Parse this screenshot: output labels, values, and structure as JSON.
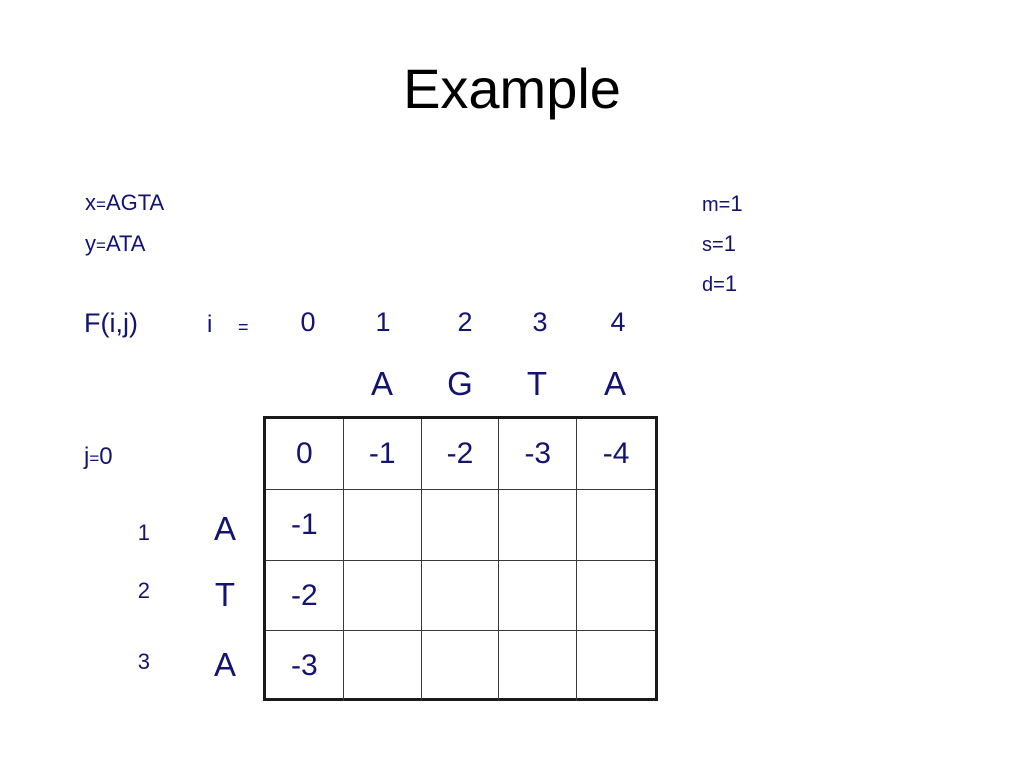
{
  "slide": {
    "title": "Example",
    "background_color": "#ffffff",
    "title_color": "#000000",
    "text_color": "#131370"
  },
  "sequences": {
    "x_name": "x",
    "x_eq": "=",
    "x_value": "AGTA",
    "y_name": "y",
    "y_eq": "=",
    "y_value": "ATA"
  },
  "scores": {
    "match_name": "m",
    "match_eq": "=",
    "match_value": "1",
    "mismatch_name": "s",
    "mismatch_eq": "=",
    "mismatch_value": "1",
    "indel_name": "d",
    "indel_eq": "=",
    "indel_value": "1"
  },
  "matrix_header": {
    "function_label": "F(i,j)",
    "i_label": "i",
    "i_eq": "=",
    "j_label": "j",
    "j_eq": "=",
    "col_indices": [
      "0",
      "1",
      "2",
      "3",
      "4"
    ],
    "col_letters": [
      "A",
      "G",
      "T",
      "A"
    ],
    "row_indices": [
      "0",
      "1",
      "2",
      "3"
    ],
    "row_letters": [
      "A",
      "T",
      "A"
    ]
  },
  "chart_data": {
    "type": "table",
    "title": "F(i,j) dynamic programming matrix",
    "xlabel": "i",
    "ylabel": "j",
    "columns": [
      "0",
      "1",
      "2",
      "3",
      "4"
    ],
    "column_letters": [
      "",
      "A",
      "G",
      "T",
      "A"
    ],
    "rows": [
      "0",
      "1",
      "2",
      "3"
    ],
    "row_letters": [
      "",
      "A",
      "T",
      "A"
    ],
    "cells": [
      [
        "0",
        "-1",
        "-2",
        "-3",
        "-4"
      ],
      [
        "-1",
        "",
        "",
        "",
        ""
      ],
      [
        "-2",
        "",
        "",
        "",
        ""
      ],
      [
        "-3",
        "",
        "",
        "",
        ""
      ]
    ]
  }
}
